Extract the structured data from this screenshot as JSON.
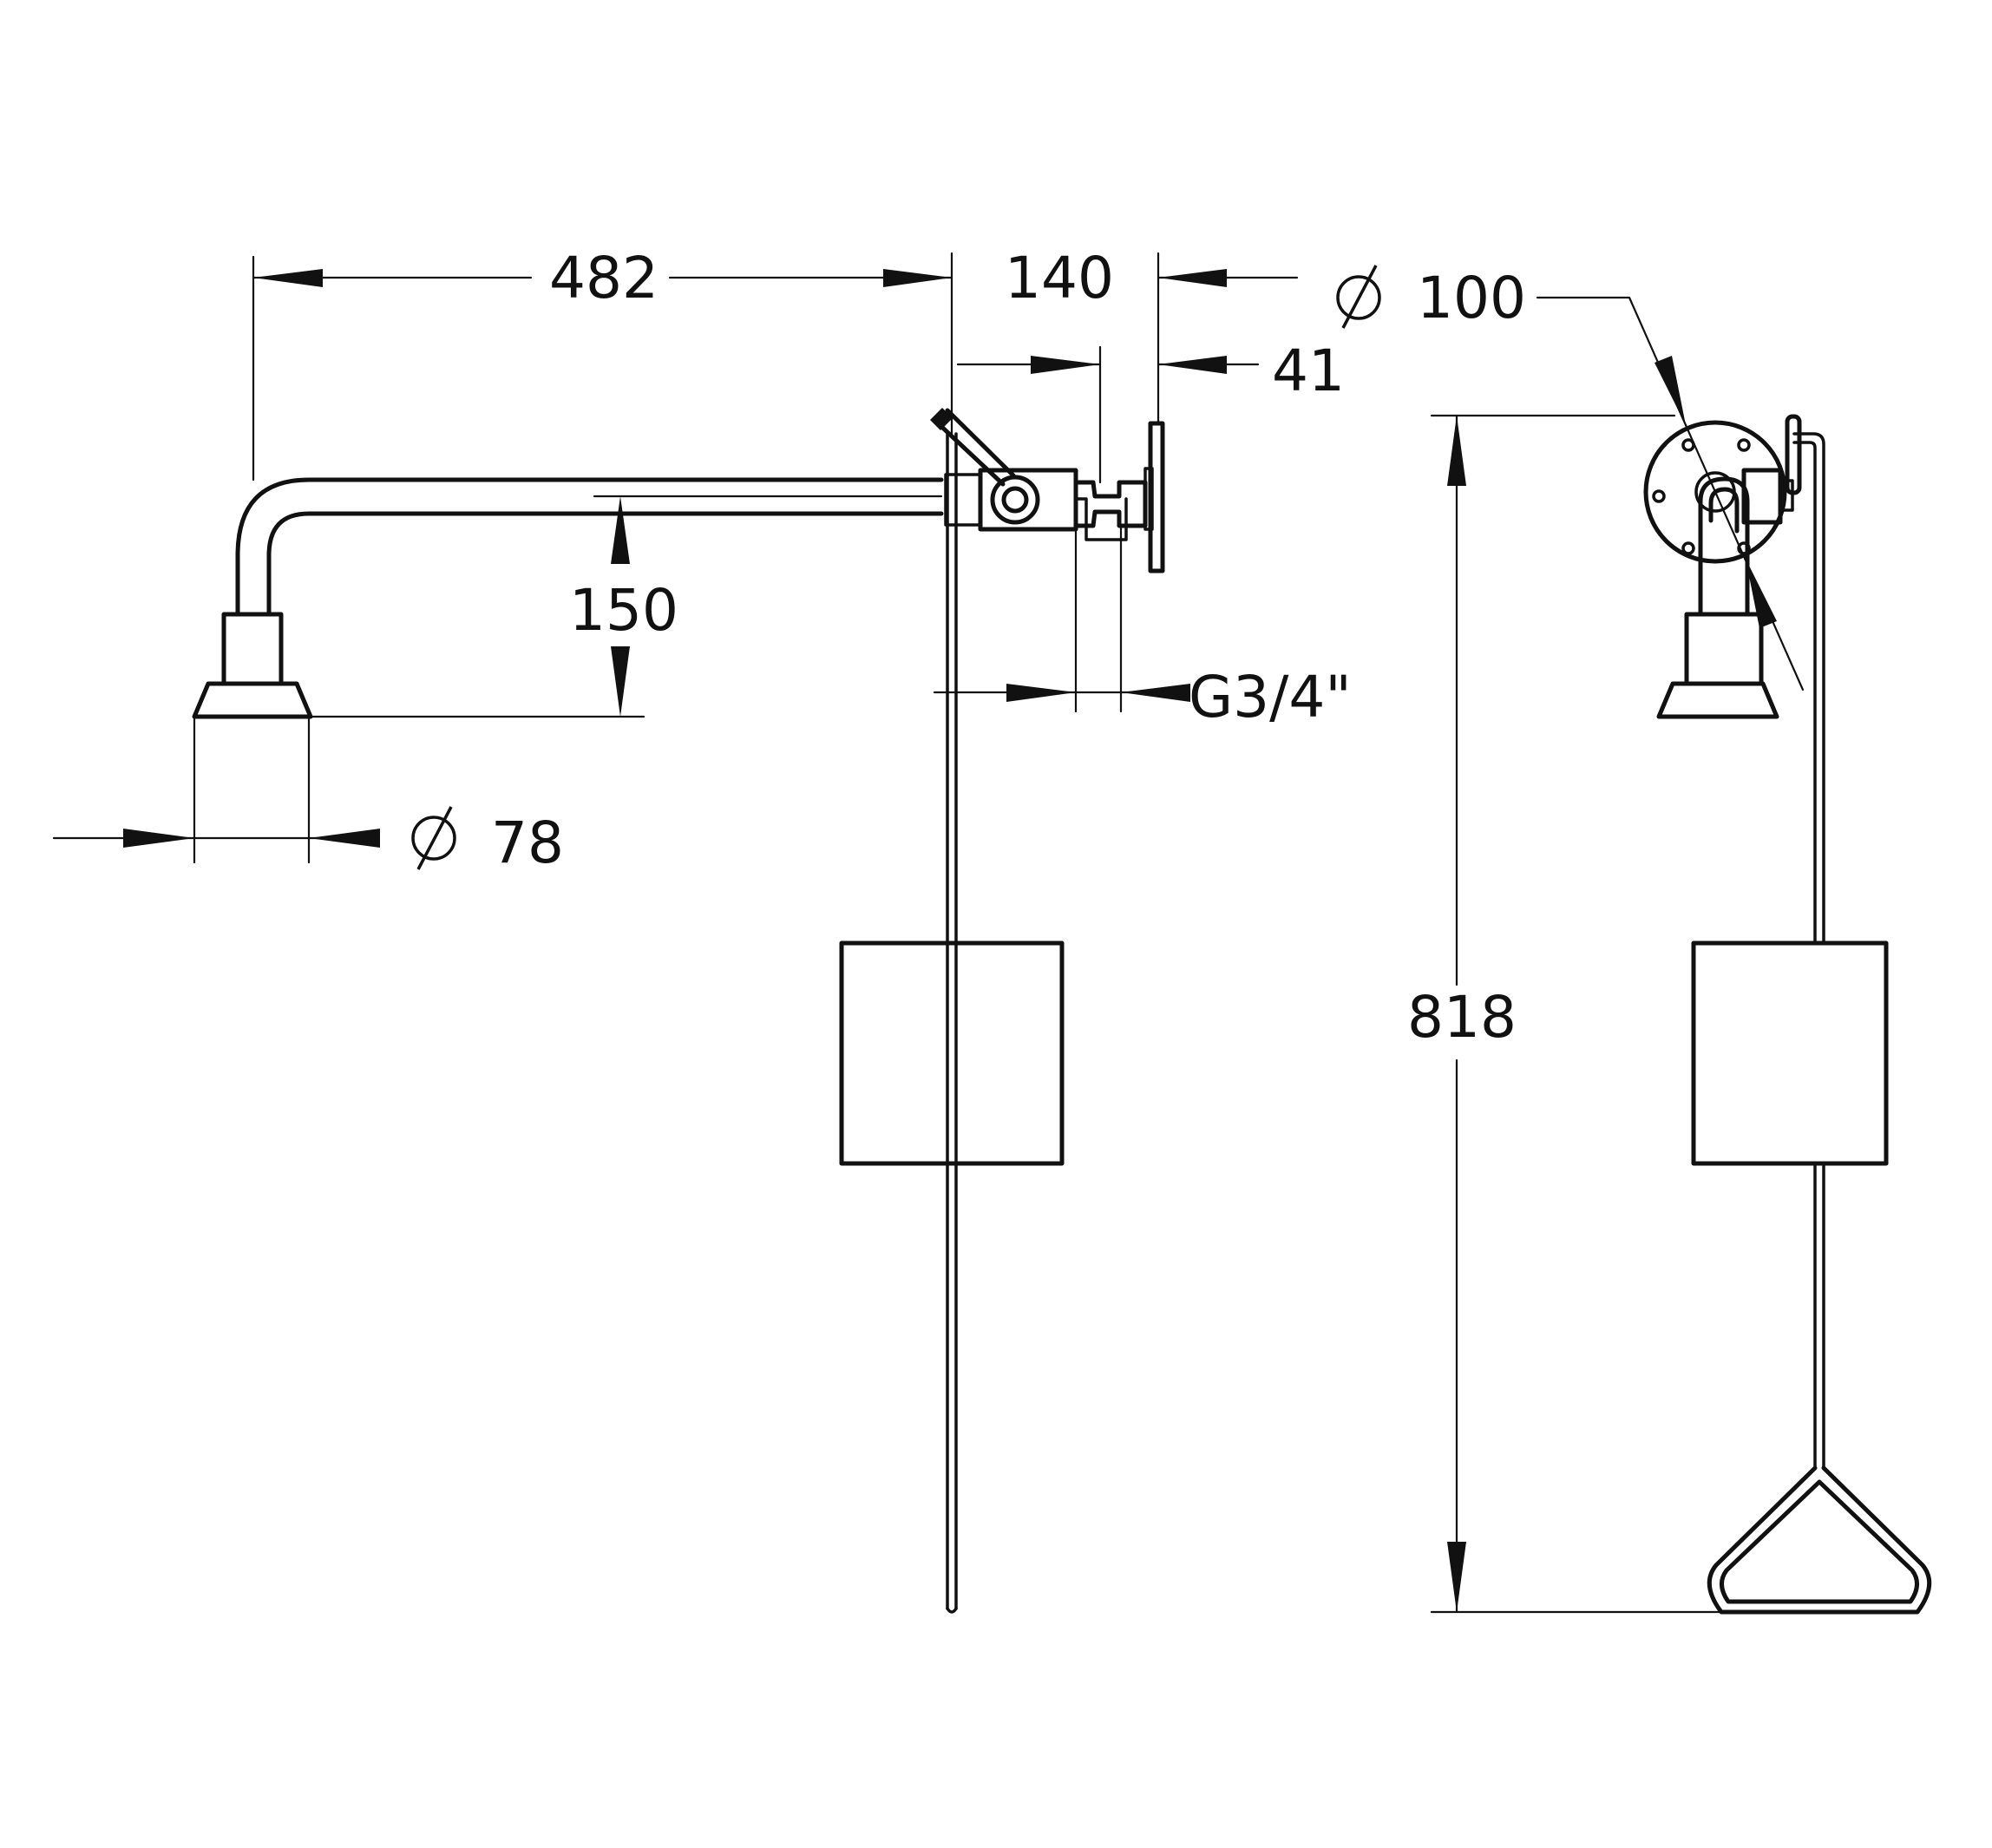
{
  "dimensions": {
    "width_arm": "482",
    "depth_valve": "140",
    "flange_diameter_symbol": "∅",
    "flange_diameter": "100",
    "offset_small": "41",
    "drop_height": "150",
    "thread": "G3/4\"",
    "head_diameter_symbol": "∅",
    "head_diameter": "78",
    "total_height": "818"
  },
  "colors": {
    "line": "#111111",
    "background": "#ffffff"
  }
}
